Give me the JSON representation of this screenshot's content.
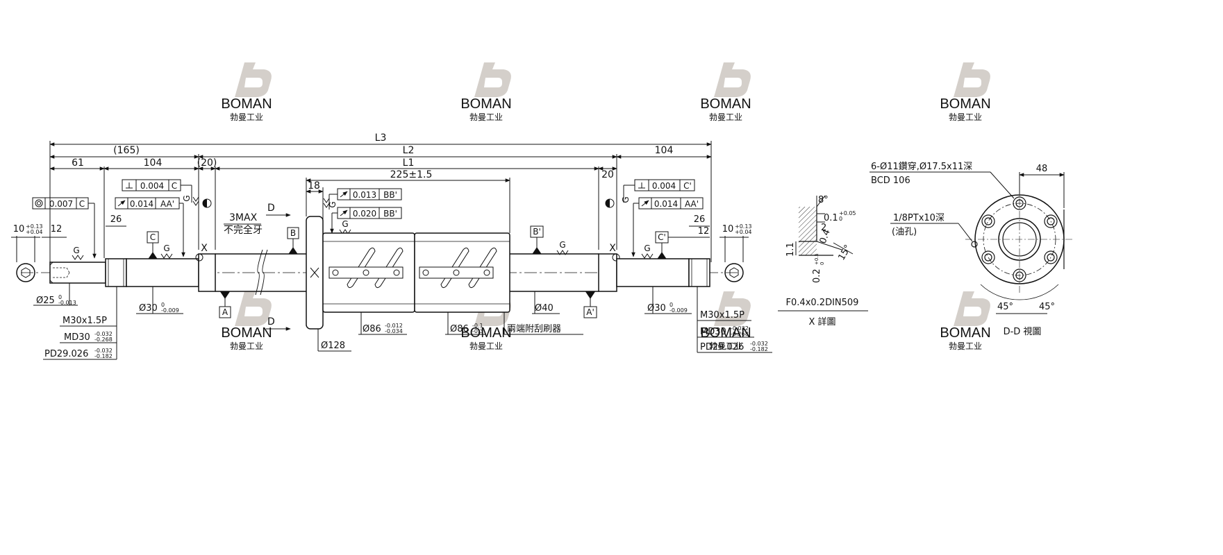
{
  "watermark": {
    "brand": "BOMAN",
    "subtitle": "勃曼工业",
    "color": "#c9c4bf"
  },
  "main_view": {
    "dims": {
      "L3": "L3",
      "L2": "L2",
      "L1": "L1",
      "d165": "(165)",
      "d104_left": "104",
      "d104_right": "104",
      "d61": "61",
      "d20_left": "(20)",
      "d20_right": "20",
      "d225": "225±1.5",
      "d18": "18",
      "d26_left": "26",
      "d26_right": "26",
      "d12_left": "12",
      "d12_right": "12",
      "d10_left": "10",
      "d10_right": "10",
      "tol_013": "+0.13",
      "tol_004": "+0.04"
    },
    "gdt": {
      "left_perp_value": "0.004",
      "left_perp_datum": "C",
      "left_runout_value": "0.014",
      "left_runout_datum": "AA'",
      "left_circ_value": "0.007",
      "left_circ_datum": "C",
      "right_perp_value": "0.004",
      "right_perp_datum": "C'",
      "right_runout_value": "0.014",
      "right_runout_datum": "AA'",
      "nut_runout1_value": "0.013",
      "nut_runout1_datum": "BB'",
      "nut_runout2_value": "0.020",
      "nut_runout2_datum": "BB'"
    },
    "datums": {
      "A": "A",
      "A2": "A'",
      "B": "B",
      "B2": "B'",
      "C": "C",
      "C2": "C'"
    },
    "labels": {
      "G": "G",
      "X": "X",
      "D": "D",
      "max3": "3MAX",
      "incomplete_thread": "不完全牙",
      "wipers": "兩端附刮刷器"
    },
    "callouts": {
      "d25": "Ø25",
      "d25_tol_top": "0",
      "d25_tol_bot": "-0.013",
      "d30_left": "Ø30",
      "d30_tol_top": "0",
      "d30_tol_bot": "-0.009",
      "d30_right": "Ø30",
      "d40": "Ø40",
      "d128": "Ø128",
      "d86a": "Ø86",
      "d86a_tol_top": "-0.012",
      "d86a_tol_bot": "-0.034",
      "d86b": "Ø86",
      "d86b_tol_top": "-0.1",
      "d86b_tol_bot": "-0.3",
      "thread": "M30x1.5P",
      "md": "MD30",
      "md_tol_top": "-0.032",
      "md_tol_bot": "-0.268",
      "pd": "PD29.026",
      "pd_tol_top": "-0.032",
      "pd_tol_bot": "-0.182"
    }
  },
  "detail_x": {
    "angle8": "8°",
    "angle15": "15°",
    "dim01": "0.1",
    "dim01_tol_top": "+0.05",
    "dim01_tol_bot": "0",
    "dim2": "2",
    "dim04": "0.4",
    "dim11": "1.1",
    "dim02": "0.2",
    "dim02_tol_top": "+0.1",
    "dim02_tol_bot": "0",
    "spec": "F0.4x0.2DIN509",
    "caption": "X 詳圖"
  },
  "view_dd": {
    "holes_note": "6-Ø11鑽穿,Ø17.5x11深",
    "bcd": "BCD 106",
    "oil_note": "1/8PTx10深",
    "oil_label": "(油孔)",
    "d48": "48",
    "angle_a": "45°",
    "angle_b": "45°",
    "caption": "D-D 視圖"
  }
}
